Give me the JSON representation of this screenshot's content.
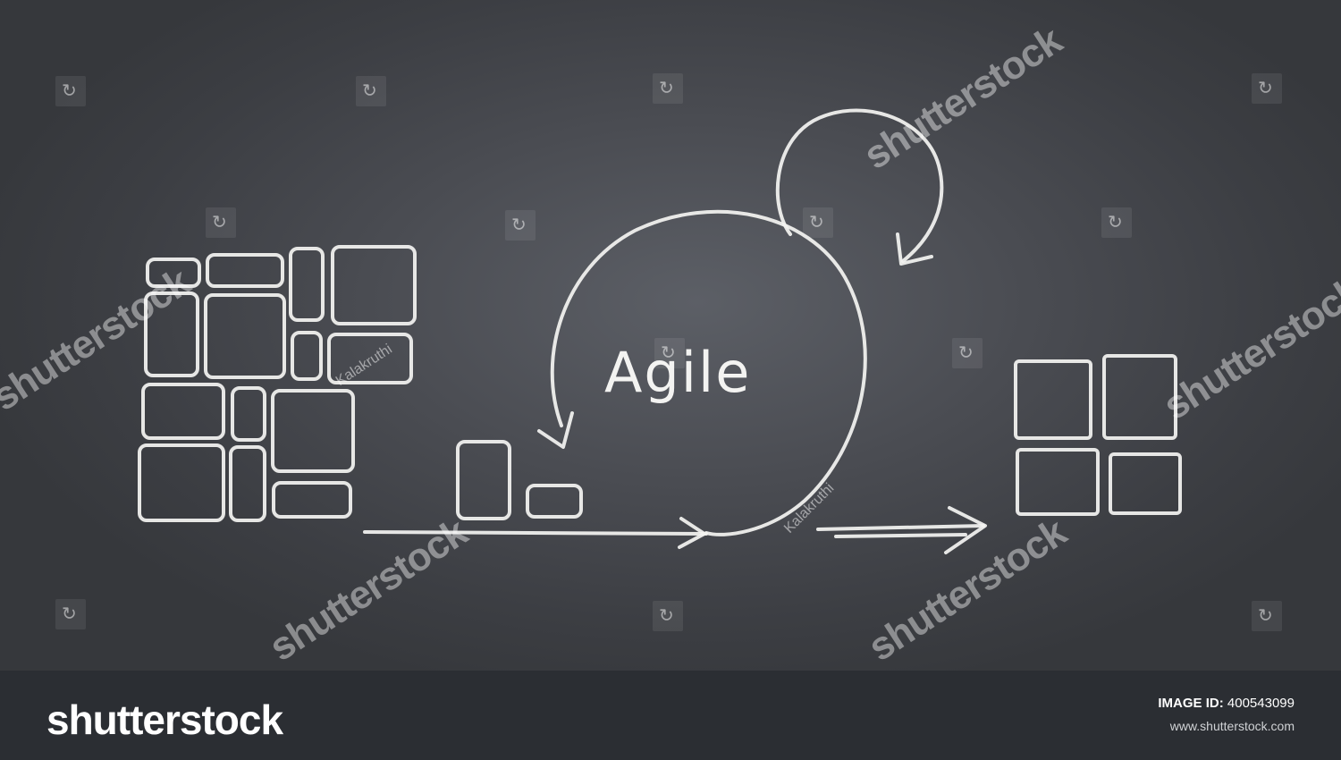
{
  "diagram": {
    "center_label": "Agile"
  },
  "watermark": {
    "brand": "shutterstock",
    "contributor": "Kalakruthi",
    "icon": "shutterstock-icon"
  },
  "footer": {
    "brand": "shutterstock",
    "image_id_label": "IMAGE ID:",
    "image_id_value": "400543099",
    "site": "www.shutterstock.com"
  }
}
